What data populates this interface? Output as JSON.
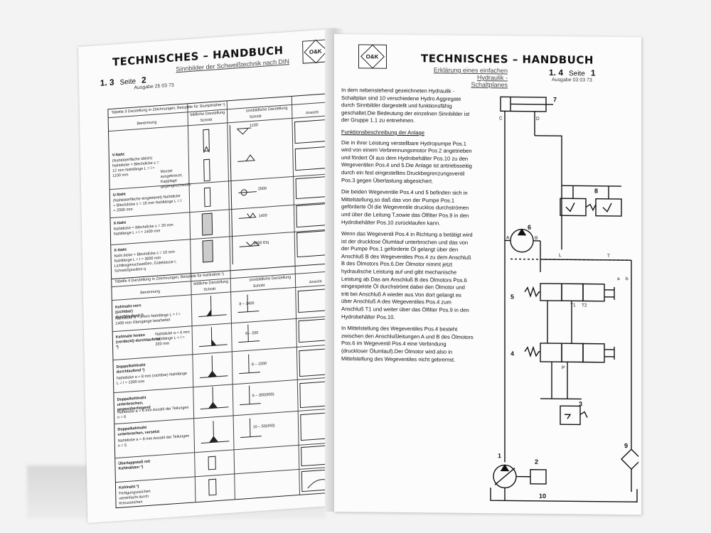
{
  "left_page": {
    "title": "TECHNISCHES – HANDBUCH",
    "subtitle": "Sinnbilder der Schweißtechnik nach DIN",
    "section": "1. 3",
    "seite_label": "Seite",
    "seite_num": "2",
    "ausgabe": "Ausgabe 25 03 73",
    "logo_text": "O&K",
    "table1": {
      "caption": "Tabelle 3 Darstellung in Zeichnungen, Beispiele für Stumpfnähte ¹)",
      "col_benennung": "Benennung",
      "col_bildlich": "bildliche Darstellung",
      "col_sinnbildlich": "sinnbildliche Darstellung",
      "col_schnitt": "Schnitt",
      "col_schnitt2": "Schnitt",
      "col_ansicht": "Ansicht",
      "rows": [
        {
          "name": "V-Naht",
          "desc": "(Nahtoberfläche üblich) Nahtdicke = Blechdicke  s = 12 mm  Nahtlänge L = l = 1100 mm",
          "sym": "1100"
        },
        {
          "name": "",
          "desc": "Wurzel ausgekreuzt, Kapplage gegengeschweißt",
          "sym": ""
        },
        {
          "name": "U-Naht",
          "desc": "(Nahtoberfläche eingeebnet) Nahtdicke = Blechdicke  s = 15 mm  Nahtlänge L = l = 2000 mm",
          "sym": "2000"
        },
        {
          "name": "X-Naht",
          "desc": "Nahtdicke = Blechdicke  s = 20 mm  Nahtlänge L = l = 1400 mm",
          "sym": "1400"
        },
        {
          "name": "X-Naht",
          "desc": "Naht dicke = Blechdicke  s = 10 mm  Nahtlänge L = l = 3000 mm  Lichtbogenschweißen, Güteklasse I, Schweißposition q",
          "sym": "3000 EIq"
        }
      ]
    },
    "table2": {
      "caption": "Tabelle 4 Darstellung in Zeichnungen, Beispiele für Kehlnähte ¹)",
      "col_benennung": "Benennung",
      "col_bildlich": "bildliche Darstellung",
      "col_sinnbildlich": "sinnbildliche Darstellung",
      "col_schnitt": "Schnitt",
      "col_schnitt2": "Schnitt",
      "col_ansicht": "Ansicht",
      "rows": [
        {
          "name": "Kehlnaht vorn (sichtbar) durchlaufend ²)",
          "desc": "Nahtdicke a = 8 mm  Nahtlänge L = l = 1400 mm  Übergänge bearbeitet",
          "sym": "8 – 1400"
        },
        {
          "name": "Kehlnaht hinten (verdeckt) durchlaufend ²)",
          "desc": "Nahtdicke a = 6 mm  Nahtlänge L = l = 200 mm",
          "sym": "6 – 200"
        },
        {
          "name": "Doppelkehlnaht durchlaufend ²)",
          "desc": "Nahtdicke a = 8 mm (sichtbar)  Nahtlänge L = l = 1000 mm",
          "sym": "8 – 1000"
        },
        {
          "name": "Doppelkehlnaht unterbrochen, gegenüberliegend",
          "desc": "Nahtdicke a = 6 mm  Anzahl der Teilungen n = 6",
          "sym": "6 – 300(900)"
        },
        {
          "name": "Doppelkehlnaht unterbrochen, versetzt",
          "desc": "Nahtdicke a = 8 mm  Anzahl der Teilungen n = 5",
          "sym": "10 – 50(450)"
        },
        {
          "name": "Überlappstoß mit Kehlnähten ²)",
          "desc": "",
          "sym": ""
        },
        {
          "name": "Kehlnaht ²)",
          "desc": "Fertigungszeichen vereinfacht durch Kreuzzeichen",
          "sym": ""
        }
      ]
    }
  },
  "right_page": {
    "title": "TECHNISCHES – HANDBUCH",
    "subtitle_line1": "Erklärung eines einfachen Hydraulik -",
    "subtitle_line2": "Schaltplanes",
    "section": "1. 4",
    "seite_label": "Seite",
    "seite_num": "1",
    "ausgabe": "Ausgabe 03 03 73",
    "logo_text": "O&K",
    "intro": "In dem nebenstehend gezeichneten Hydraulik - Schaltplan sind 10 verschiedene Hydro Aggregate durch Sinnbilder dargestellt und funktionsfähig geschaltet.Die Bedeutung der einzelnen Sinnbilder ist der Gruppe 1.1 zu entnehmen.",
    "section_heading": "Funktionsbeschreibung der Anlage",
    "para1": "Die in ihrer Leistung verstellbare Hydropumpe Pos.1 wird von einem Verbrennungsmotor Pos.2 angetrieben und fördert Öl aus dem Hydrobehälter Pos.10 zu den Wegeventilen Pos.4 und 5.Die Anlage ist antriebsseitig durch ein fest eingestelltes Druckbegrenzungsventil Pos.3 gegen Überlastung abgesichert.",
    "para2": "Die beiden Wegeventile Pos.4 und 5 befinden sich in Mittelstellung,so daß das von der Pumpe Pos.1 geförderte Öl die Wegeventile drucklos durchströmen und über die Leitung T,sowie das Ölfilter Pos.9 in den Hydrobehälter Pos.10 zurücklaufen kann.",
    "para3": "Wenn das Wegeventil Pos.4 in Richtung a betätigt wird ist der drucklose Ölumlauf unterbrochen und das von der Pumpe Pos.1 geförderte Öl gelangt über den Anschluß B des Wegeventiles Pos.4 zu dem Anschluß B des Ölmotors Pos.6.Der Ölmotor nimmt jetzt hydraulische Leistung auf und gibt mechanische Leistung ab.Das am Anschluß B des Ölmotors Pos.6 eingespeiste Öl durchströmt dabei den Ölmotor und tritt bei Anschluß A wieder aus.Von dort gelangt es über Anschluß A des Wegeventiles Pos.4 zum Anschluß T1 und weiter über das Ölfilter Pos.9 in den Hydrobehälter Pos.10.",
    "para4": "In Mittelstellung des Wegeventiles Pos.4 besteht zwischen den Anschlußleitungen A und B des Ölmotors Pos.6 im Wegeventil Pos.4 eine Verbindung (druckloser Ölumlauf).Der Ölmotor wird also in Mittelstellung des Wegeventiles nicht gebremst.",
    "schematic_labels": {
      "n1": "1",
      "n2": "2",
      "n3": "3",
      "n4": "4",
      "n5": "5",
      "n6": "6",
      "n7": "7",
      "n8": "8",
      "n9": "9",
      "n10": "10",
      "C": "C",
      "D": "D",
      "A": "A",
      "B": "B",
      "L": "L",
      "T": "T",
      "a": "a",
      "b": "b",
      "T1": "T1",
      "T2": "T2",
      "P": "P"
    }
  }
}
